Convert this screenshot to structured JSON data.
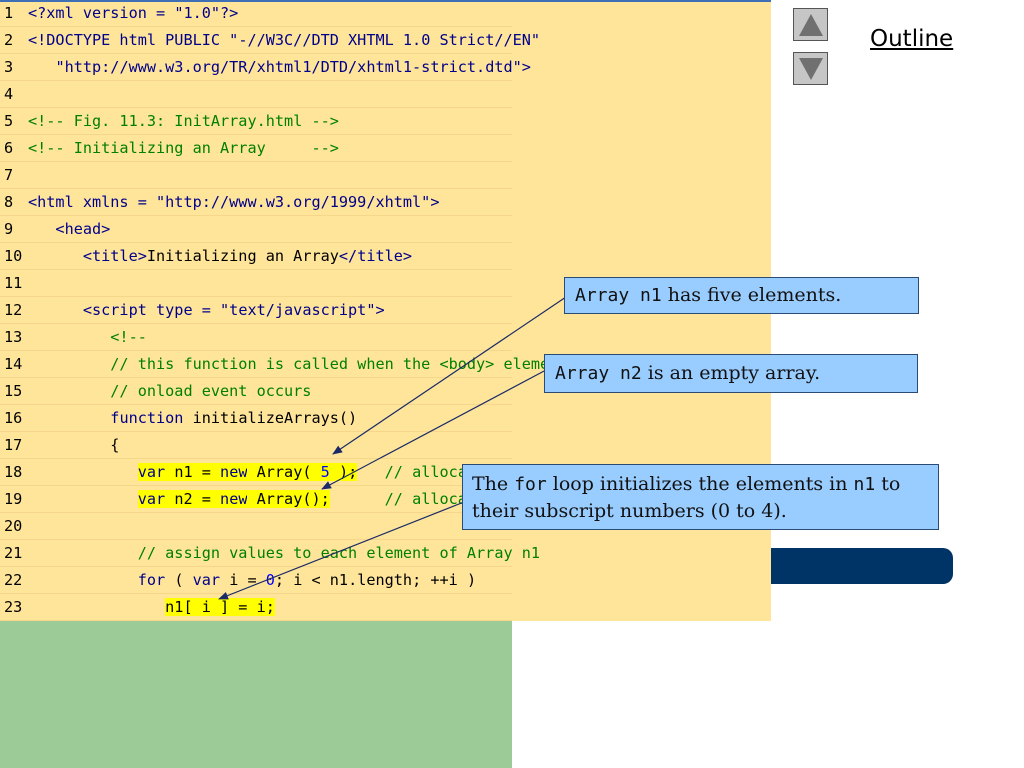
{
  "outline_label": "Outline",
  "code_lines": [
    {
      "n": "1",
      "segs": [
        {
          "t": "<?xml version = ",
          "c": "kw"
        },
        {
          "t": "\"1.0\"",
          "c": "str"
        },
        {
          "t": "?>",
          "c": "kw"
        }
      ]
    },
    {
      "n": "2",
      "segs": [
        {
          "t": "<!DOCTYPE html PUBLIC ",
          "c": "kw"
        },
        {
          "t": "\"-//W3C//DTD XHTML 1.0 Strict//EN\"",
          "c": "str"
        }
      ]
    },
    {
      "n": "3",
      "segs": [
        {
          "t": "   ",
          "c": ""
        },
        {
          "t": "\"http://www.w3.org/TR/xhtml1/DTD/xhtml1-strict.dtd\"",
          "c": "str"
        },
        {
          "t": ">",
          "c": "kw"
        }
      ]
    },
    {
      "n": "4",
      "segs": []
    },
    {
      "n": "5",
      "segs": [
        {
          "t": "<!-- Fig. 11.3: InitArray.html -->",
          "c": "cm"
        }
      ]
    },
    {
      "n": "6",
      "segs": [
        {
          "t": "<!-- Initializing an Array     -->",
          "c": "cm"
        }
      ]
    },
    {
      "n": "7",
      "segs": []
    },
    {
      "n": "8",
      "segs": [
        {
          "t": "<html xmlns = ",
          "c": "kw"
        },
        {
          "t": "\"http://www.w3.org/1999/xhtml\"",
          "c": "str"
        },
        {
          "t": ">",
          "c": "kw"
        }
      ]
    },
    {
      "n": "9",
      "segs": [
        {
          "t": "   <head>",
          "c": "kw"
        }
      ]
    },
    {
      "n": "10",
      "segs": [
        {
          "t": "      <title>",
          "c": "kw"
        },
        {
          "t": "Initializing an Array",
          "c": ""
        },
        {
          "t": "</title>",
          "c": "kw"
        }
      ]
    },
    {
      "n": "11",
      "segs": []
    },
    {
      "n": "12",
      "segs": [
        {
          "t": "      <script type = ",
          "c": "kw"
        },
        {
          "t": "\"text/javascript\"",
          "c": "str"
        },
        {
          "t": ">",
          "c": "kw"
        }
      ]
    },
    {
      "n": "13",
      "segs": [
        {
          "t": "         <!--",
          "c": "cm"
        }
      ]
    },
    {
      "n": "14",
      "segs": [
        {
          "t": "         // this function is called when the <body> element's",
          "c": "cm"
        }
      ]
    },
    {
      "n": "15",
      "segs": [
        {
          "t": "         // onload event occurs",
          "c": "cm"
        }
      ]
    },
    {
      "n": "16",
      "segs": [
        {
          "t": "         ",
          "c": ""
        },
        {
          "t": "function",
          "c": "kw"
        },
        {
          "t": " initializeArrays()",
          "c": ""
        }
      ]
    },
    {
      "n": "17",
      "segs": [
        {
          "t": "         {",
          "c": ""
        }
      ]
    },
    {
      "n": "18",
      "segs": [
        {
          "t": "            ",
          "c": ""
        },
        {
          "t": "var",
          "c": "kw hl"
        },
        {
          "t": " n1 = ",
          "c": "hl"
        },
        {
          "t": "new",
          "c": "kw hl"
        },
        {
          "t": " Array( ",
          "c": "hl"
        },
        {
          "t": "5",
          "c": "num hl"
        },
        {
          "t": " );",
          "c": "hl"
        },
        {
          "t": "   // allocate 5",
          "c": "cm"
        }
      ]
    },
    {
      "n": "19",
      "segs": [
        {
          "t": "            ",
          "c": ""
        },
        {
          "t": "var",
          "c": "kw hl"
        },
        {
          "t": " n2 = ",
          "c": "hl"
        },
        {
          "t": "new",
          "c": "kw hl"
        },
        {
          "t": " Array();",
          "c": "hl"
        },
        {
          "t": "      // allocate",
          "c": "cm"
        }
      ]
    },
    {
      "n": "20",
      "segs": []
    },
    {
      "n": "21",
      "segs": [
        {
          "t": "            // assign values to each element of Array n1",
          "c": "cm"
        }
      ]
    },
    {
      "n": "22",
      "segs": [
        {
          "t": "            ",
          "c": ""
        },
        {
          "t": "for",
          "c": "kw"
        },
        {
          "t": " ( ",
          "c": ""
        },
        {
          "t": "var",
          "c": "kw"
        },
        {
          "t": " i = ",
          "c": ""
        },
        {
          "t": "0",
          "c": "num"
        },
        {
          "t": "; i < n1.length; ++i )",
          "c": ""
        }
      ]
    },
    {
      "n": "23",
      "segs": [
        {
          "t": "               ",
          "c": ""
        },
        {
          "t": "n1[ i ] = i;",
          "c": "hl"
        }
      ]
    }
  ],
  "callouts": {
    "c1": {
      "code": "Array n1",
      "text": " has five elements."
    },
    "c2": {
      "code": "Array n2",
      "text": " is an empty array."
    },
    "c3": {
      "text1": "The ",
      "code1": "for",
      "text2": " loop initializes the elements in ",
      "code2": "n1",
      "text3": " to their subscript numbers (0 to 4)."
    }
  },
  "colors": {
    "code_bg": "#fee59a",
    "callout_bg": "#99ccff",
    "accent_bar": "#003366",
    "green_block": "#9ccb98"
  }
}
